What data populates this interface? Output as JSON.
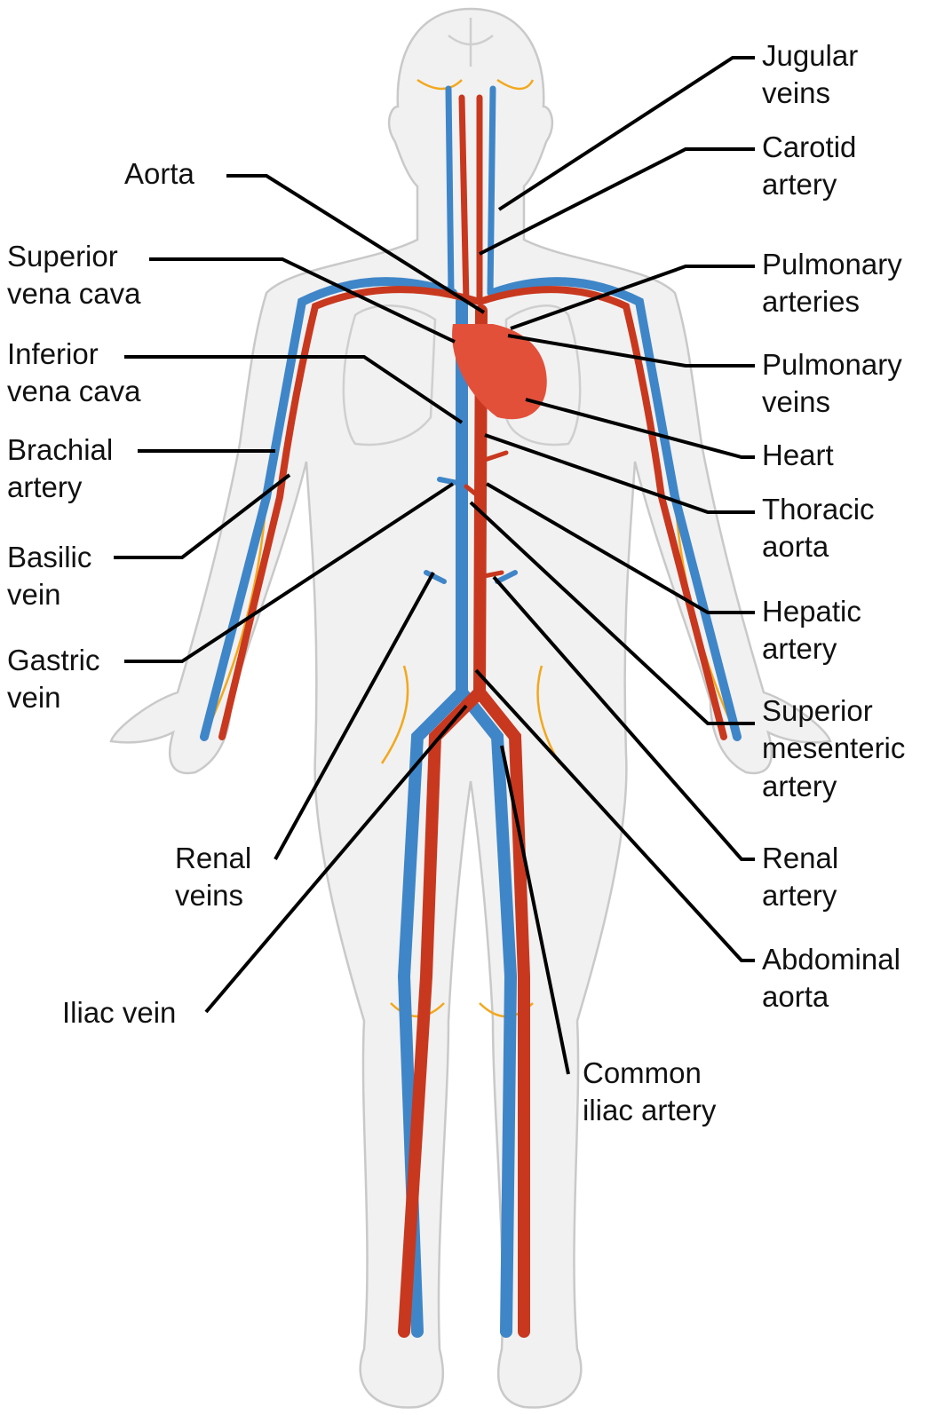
{
  "title": "Human circulatory system",
  "colors": {
    "artery": "#c8381f",
    "vein": "#3f86c8",
    "heart": "#e2503a",
    "body": "#f1f1f1",
    "nerve": "#f2a81d"
  },
  "labels_left": [
    {
      "id": "aorta",
      "lines": [
        "Aorta"
      ]
    },
    {
      "id": "superior-vena-cava",
      "lines": [
        "Superior",
        "vena cava"
      ]
    },
    {
      "id": "inferior-vena-cava",
      "lines": [
        "Inferior",
        "vena cava"
      ]
    },
    {
      "id": "brachial-artery",
      "lines": [
        "Brachial",
        "artery"
      ]
    },
    {
      "id": "basilic-vein",
      "lines": [
        "Basilic",
        "vein"
      ]
    },
    {
      "id": "gastric-vein",
      "lines": [
        "Gastric",
        "vein"
      ]
    },
    {
      "id": "renal-veins",
      "lines": [
        "Renal",
        "veins"
      ]
    },
    {
      "id": "iliac-vein",
      "lines": [
        "Iliac vein"
      ]
    }
  ],
  "labels_right": [
    {
      "id": "jugular-veins",
      "lines": [
        "Jugular",
        "veins"
      ]
    },
    {
      "id": "carotid-artery",
      "lines": [
        "Carotid",
        "artery"
      ]
    },
    {
      "id": "pulmonary-arteries",
      "lines": [
        "Pulmonary",
        "arteries"
      ]
    },
    {
      "id": "pulmonary-veins",
      "lines": [
        "Pulmonary",
        "veins"
      ]
    },
    {
      "id": "heart",
      "lines": [
        "Heart"
      ]
    },
    {
      "id": "thoracic-aorta",
      "lines": [
        "Thoracic",
        "aorta"
      ]
    },
    {
      "id": "hepatic-artery",
      "lines": [
        "Hepatic",
        "artery"
      ]
    },
    {
      "id": "superior-mesenteric-artery",
      "lines": [
        "Superior",
        "mesenteric",
        "artery"
      ]
    },
    {
      "id": "renal-artery",
      "lines": [
        "Renal",
        "artery"
      ]
    },
    {
      "id": "abdominal-aorta",
      "lines": [
        "Abdominal",
        "aorta"
      ]
    },
    {
      "id": "common-iliac-artery",
      "lines": [
        "Common",
        "iliac artery"
      ]
    }
  ]
}
